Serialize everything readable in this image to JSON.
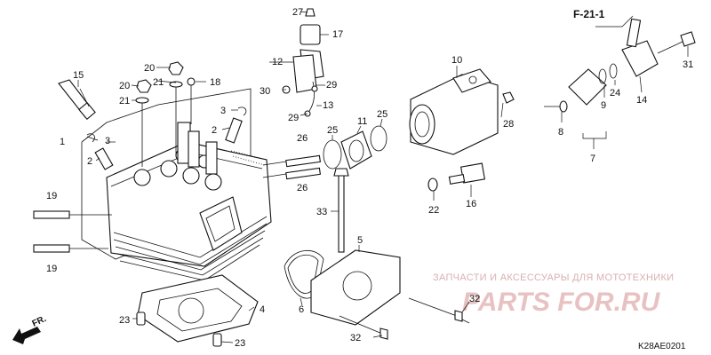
{
  "reference": "F-21-1",
  "diagram_code": "K28AE0201",
  "direction_label": "FR.",
  "watermark": {
    "caption": "ЗАПЧАСТИ И АКСЕССУАРЫ ДЛЯ МОТОТЕХНИКИ",
    "logo": "PARTS FOR.RU"
  },
  "callouts": {
    "c27": "27",
    "c17": "17",
    "c12": "12",
    "c29a": "29",
    "c30": "30",
    "c29b": "29",
    "c13": "13",
    "c20a": "20",
    "c20b": "20",
    "c21a": "21",
    "c21b": "21",
    "c18": "18",
    "c15": "15",
    "c3a": "3",
    "c2a": "2",
    "c3b": "3",
    "c2b": "2",
    "c1": "1",
    "c10": "10",
    "c11": "11",
    "c25a": "25",
    "c25b": "25",
    "c28": "28",
    "c26a": "26",
    "c26b": "26",
    "c22": "22",
    "c16": "16",
    "c33": "33",
    "c5": "5",
    "c6": "6",
    "c19a": "19",
    "c19b": "19",
    "c4": "4",
    "c23a": "23",
    "c23b": "23",
    "c32a": "32",
    "c32b": "32",
    "c8": "8",
    "c9": "9",
    "c24": "24",
    "c7": "7",
    "c14": "14",
    "c31": "31"
  }
}
